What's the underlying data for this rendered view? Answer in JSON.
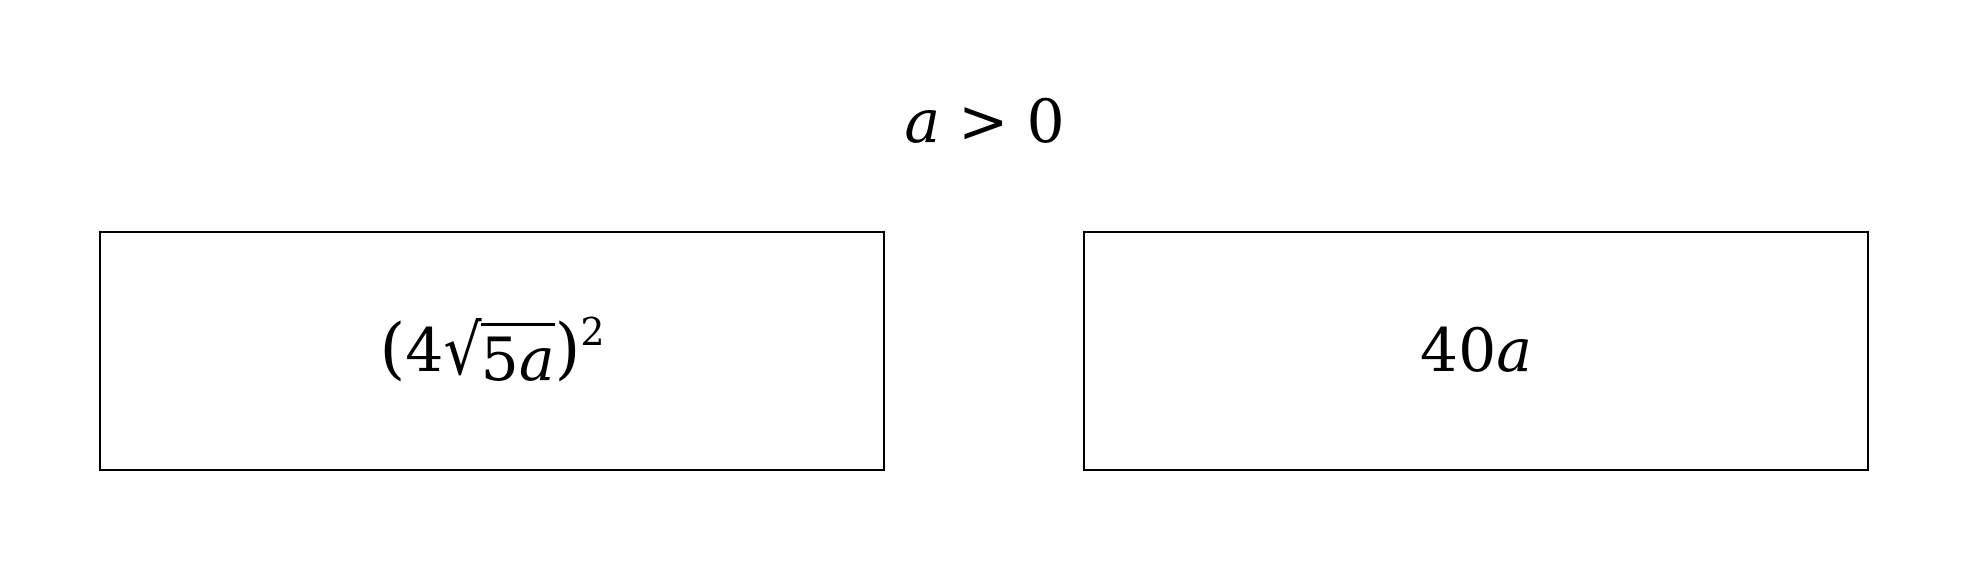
{
  "condition": {
    "variable": "a",
    "relation": ">",
    "value": "0"
  },
  "quantity_a": {
    "open_paren": "(",
    "coefficient": "4",
    "radical_symbol": "√",
    "radicand_number": "5",
    "radicand_variable": "a",
    "close_paren": ")",
    "exponent": "2"
  },
  "quantity_b": {
    "coefficient": "40",
    "variable": "a"
  }
}
